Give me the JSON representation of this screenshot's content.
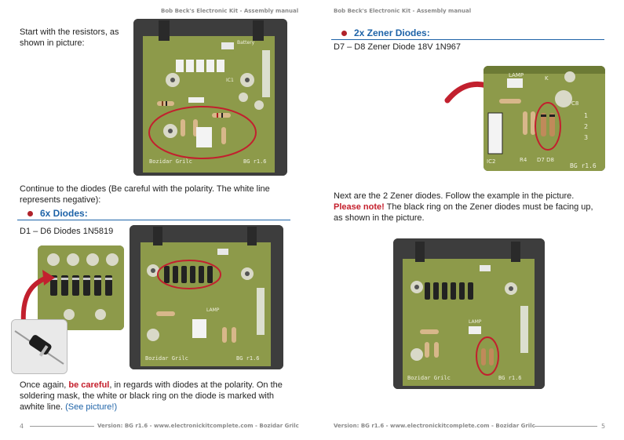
{
  "left": {
    "header": "Bob Beck's Electronic Kit - Assembly manual",
    "intro": "Start with the resistors, as shown in picture:",
    "continue_text": "Continue to the diodes (Be careful with the polarity. The white line represents negative):",
    "heading": "6x Diodes:",
    "subheading": "D1 – D6 Diodes 1N5819",
    "bottom_text_1": "Once again, ",
    "bottom_text_emph": "be careful",
    "bottom_text_2": ", in regards with diodes at the polarity. On the soldering mask, the white or black ring on the diode is marked with awhite line. ",
    "bottom_link": "(See picture!)",
    "page_number": "4",
    "footer": "Version: BG r1.6 - www.electronickitcomplete.com - Bozidar Grilc"
  },
  "right": {
    "header": "Bob Beck's Electronic Kit - Assembly manual",
    "heading": "2x Zener Diodes:",
    "subheading": "D7 – D8 Zener Diode 18V 1N967",
    "text_1": "Next are the 2 Zener diodes. Follow the example in the picture.",
    "note_label": "Please note!",
    "text_2": " The black ring on the Zener diodes must be facing up, as shown in the picture.",
    "page_number": "5",
    "footer": "Version: BG r1.6 - www.electronickitcomplete.com - Bozidar Grilc"
  },
  "pcb_labels": {
    "battery": "Battery",
    "lamp": "LAMP",
    "author": "Bozidar Grilc",
    "version": "BG r1.6",
    "ic1": "IC1",
    "ic2": "IC2",
    "r4": "R4",
    "d7d8": "D7 D8",
    "c8": "C8",
    "k": "K",
    "pin1": "1",
    "pin2": "2",
    "pin3": "3"
  },
  "colors": {
    "heading": "#1e63a8",
    "bullet": "#b0222a",
    "highlight_red": "#c41e2b",
    "pcb_green": "#8d9a4a",
    "annotation_red": "#c2202e"
  }
}
